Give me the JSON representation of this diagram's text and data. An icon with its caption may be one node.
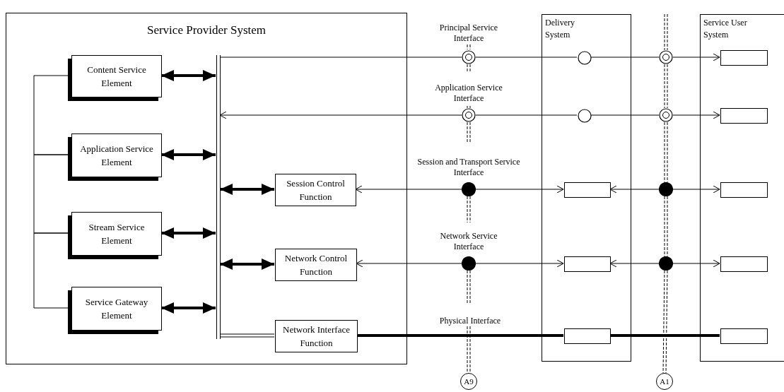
{
  "diagram": {
    "nodes": [
      {
        "text": [
          "Service Provider System"
        ]
      },
      {
        "text": [
          "Content Service Element"
        ],
        "in": 0
      },
      {
        "text": [
          "Application Service Element"
        ],
        "in": 0
      },
      {
        "text": [
          "Stream Service Element"
        ],
        "in": 0
      },
      {
        "text": [
          "Service Gateway Element"
        ],
        "in": 0
      },
      {
        "text": [],
        "shape": "bar",
        "in": 0
      },
      {
        "text": [
          "Session Control Function"
        ],
        "in": 0
      },
      {
        "text": [
          "Network Control Function"
        ],
        "in": 0
      },
      {
        "text": [
          "Network Interface Function"
        ],
        "in": 0
      },
      {
        "text": [],
        "shape": "circle",
        "beside": [
          "Principal Service Interface"
        ]
      },
      {
        "text": [],
        "shape": "circle",
        "beside": [
          "Application Service Interface"
        ]
      },
      {
        "text": [],
        "shape": "circle",
        "beside": [
          "Session and Transport Service Interface"
        ]
      },
      {
        "text": [],
        "shape": "circle",
        "beside": [
          "Network Service Interface"
        ]
      },
      {
        "text": [
          "Delivery System"
        ]
      },
      {
        "text": [],
        "shape": "circle",
        "in": 13
      },
      {
        "text": [],
        "shape": "circle",
        "in": 13
      },
      {
        "text": [],
        "shape": "box",
        "in": 13
      },
      {
        "text": [],
        "shape": "box",
        "in": 13
      },
      {
        "text": [],
        "shape": "box",
        "in": 13
      },
      {
        "text": [],
        "shape": "circle"
      },
      {
        "text": [],
        "shape": "circle"
      },
      {
        "text": [],
        "shape": "circle"
      },
      {
        "text": [],
        "shape": "circle"
      },
      {
        "text": [
          "Service User System"
        ]
      },
      {
        "text": [],
        "shape": "box",
        "in": 23
      },
      {
        "text": [],
        "shape": "box",
        "in": 23
      },
      {
        "text": [],
        "shape": "box",
        "in": 23
      },
      {
        "text": [],
        "shape": "box",
        "in": 23
      },
      {
        "text": [],
        "shape": "box",
        "in": 23
      },
      {
        "text": [
          "A9"
        ]
      },
      {
        "text": [
          "A1"
        ]
      }
    ],
    "edges": [
      {
        "from": 1,
        "to": 5,
        "arrow": "both",
        "style": "thick"
      },
      {
        "from": 2,
        "to": 5,
        "arrow": "both",
        "style": "thick"
      },
      {
        "from": 3,
        "to": 5,
        "arrow": "both",
        "style": "thick"
      },
      {
        "from": 4,
        "to": 5,
        "arrow": "both",
        "style": "thick"
      },
      {
        "from": 5,
        "to": 6,
        "arrow": "both",
        "style": "thick"
      },
      {
        "from": 5,
        "to": 7,
        "arrow": "both",
        "style": "thick"
      },
      {
        "from": 1,
        "to": 2,
        "arrow": "none"
      },
      {
        "from": 2,
        "to": 3,
        "arrow": "none"
      },
      {
        "from": 3,
        "to": 4,
        "arrow": "none"
      },
      {
        "from": 5,
        "to": 8,
        "arrow": "none"
      },
      {
        "from": 5,
        "to": 9,
        "arrow": "none"
      },
      {
        "from": 9,
        "to": 14,
        "arrow": "none"
      },
      {
        "from": 14,
        "to": 19,
        "arrow": "none"
      },
      {
        "from": 19,
        "to": 24,
        "arrow": "to"
      },
      {
        "from": 10,
        "to": 5,
        "arrow": "to"
      },
      {
        "from": 10,
        "to": 15,
        "arrow": "none"
      },
      {
        "from": 15,
        "to": 20,
        "arrow": "none"
      },
      {
        "from": 20,
        "to": 25,
        "arrow": "to"
      },
      {
        "from": 11,
        "to": 6,
        "arrow": "to"
      },
      {
        "from": 11,
        "to": 16,
        "arrow": "to"
      },
      {
        "from": 21,
        "to": 16,
        "arrow": "to"
      },
      {
        "from": 21,
        "to": 26,
        "arrow": "to"
      },
      {
        "from": 12,
        "to": 7,
        "arrow": "to"
      },
      {
        "from": 12,
        "to": 17,
        "arrow": "to"
      },
      {
        "from": 22,
        "to": 17,
        "arrow": "to"
      },
      {
        "from": 22,
        "to": 27,
        "arrow": "to"
      },
      {
        "from": 8,
        "to": 18,
        "arrow": "none",
        "style": "thick"
      },
      {
        "from": 18,
        "to": 28,
        "arrow": "none",
        "style": "thick"
      },
      {
        "from": 19,
        "to": 20,
        "arrow": "none",
        "style": "dashed"
      },
      {
        "from": 20,
        "to": 21,
        "arrow": "none",
        "style": "dashed"
      },
      {
        "from": 21,
        "to": 22,
        "arrow": "none",
        "style": "dashed"
      },
      {
        "from": 22,
        "to": 30,
        "arrow": "none",
        "style": "dashed"
      }
    ],
    "labels": [
      "Physical Interface"
    ]
  }
}
